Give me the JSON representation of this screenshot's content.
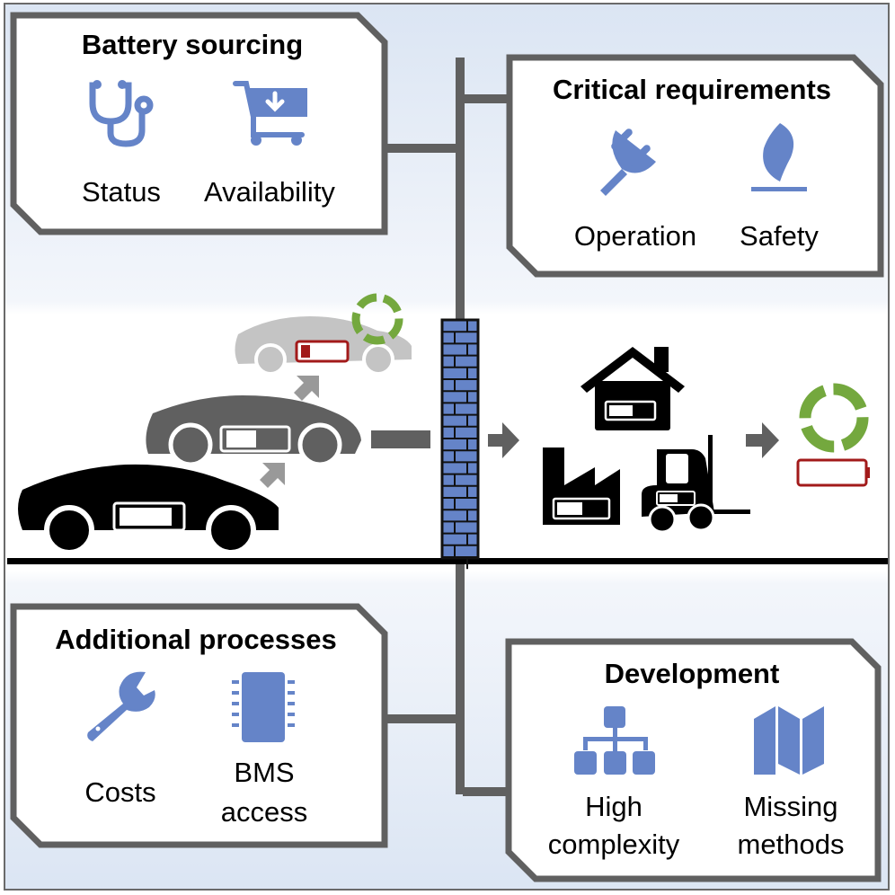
{
  "colors": {
    "icon_blue": "#6584c8",
    "frame_gray": "#606060",
    "recycle_green": "#74a83e",
    "battery_red": "#a21a1a",
    "brick_blue": "#6584c8"
  },
  "boxes": {
    "battery_sourcing": {
      "title": "Battery sourcing",
      "items": [
        {
          "icon": "stethoscope-icon",
          "label": "Status"
        },
        {
          "icon": "shopping-cart-download-icon",
          "label": "Availability"
        }
      ]
    },
    "critical_requirements": {
      "title": "Critical requirements",
      "items": [
        {
          "icon": "plug-icon",
          "label": "Operation"
        },
        {
          "icon": "flame-icon",
          "label": "Safety"
        }
      ]
    },
    "additional_processes": {
      "title": "Additional processes",
      "items": [
        {
          "icon": "wrench-icon",
          "label": "Costs"
        },
        {
          "icon": "chip-icon",
          "label_line1": "BMS",
          "label_line2": "access"
        }
      ]
    },
    "development": {
      "title": "Development",
      "items": [
        {
          "icon": "hierarchy-icon",
          "label_line1": "High",
          "label_line2": "complexity"
        },
        {
          "icon": "map-icon",
          "label_line1": "Missing",
          "label_line2": "methods"
        }
      ]
    }
  },
  "scene": {
    "left_stage": [
      "car-full-battery-icon",
      "car-half-battery-icon",
      "car-low-battery-icon",
      "recycle-icon"
    ],
    "barrier": "brick-wall",
    "right_stage": [
      "house-battery-icon",
      "factory-battery-icon",
      "forklift-battery-icon"
    ],
    "end_stage": [
      "recycle-icon",
      "empty-battery-icon"
    ]
  }
}
